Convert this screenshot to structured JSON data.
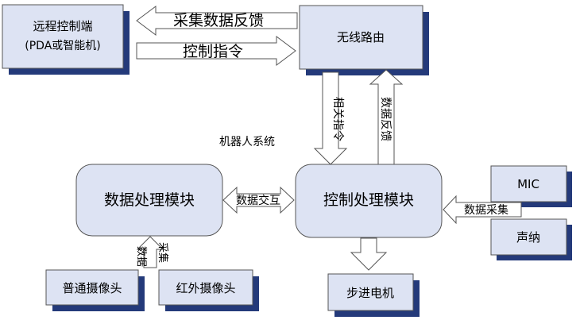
{
  "nodes": {
    "remote_control": {
      "line1": "远程控制端",
      "line2": "(PDA或智能机)"
    },
    "wireless_router": {
      "label": "无线路由"
    },
    "data_processing": {
      "label": "数据处理模块"
    },
    "control_processing": {
      "label": "控制处理模块"
    },
    "mic": {
      "label": "MIC"
    },
    "sonar": {
      "label": "声纳"
    },
    "camera_normal": {
      "label": "普通摄像头"
    },
    "camera_infrared": {
      "label": "红外摄像头"
    },
    "stepper_motor": {
      "label": "步进电机"
    }
  },
  "arrows": {
    "feedback_to_remote": "采集数据反馈",
    "command_to_router": "控制指令",
    "related_command": "相关指令",
    "data_feedback": "数据反馈",
    "data_interaction": "数据交互",
    "data_acquisition_right": "数据采集",
    "data_acquisition_bottom_1": "数据",
    "data_acquisition_bottom_2": "采集"
  },
  "annotations": {
    "robot_system": "机器人系统"
  },
  "colors": {
    "box_fill": "#dde3f3",
    "box_shadow": "#243a7a",
    "arrow_fill": "#ffffff",
    "outline": "#555555"
  }
}
